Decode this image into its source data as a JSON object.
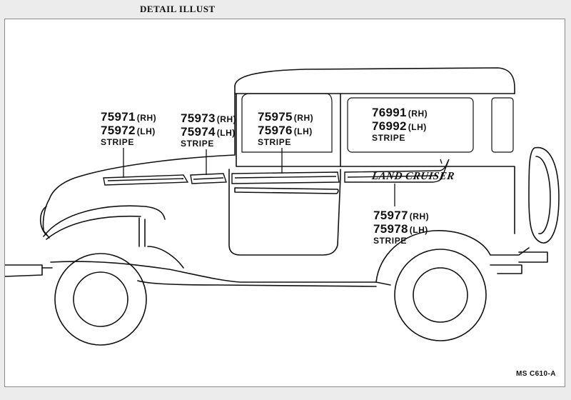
{
  "header": {
    "title": "DETAIL ILLUST"
  },
  "callouts": [
    {
      "rh": "75971",
      "rh_tag": "(RH)",
      "lh": "75972",
      "lh_tag": "(LH)",
      "desc": "STRIPE"
    },
    {
      "rh": "75973",
      "rh_tag": "(RH)",
      "lh": "75974",
      "lh_tag": "(LH)",
      "desc": "STRIPE"
    },
    {
      "rh": "75975",
      "rh_tag": "(RH)",
      "lh": "75976",
      "lh_tag": "(LH)",
      "desc": "STRIPE"
    },
    {
      "rh": "76991",
      "rh_tag": "(RH)",
      "lh": "76992",
      "lh_tag": "(LH)",
      "desc": "STRIPE"
    },
    {
      "rh": "75977",
      "rh_tag": "(RH)",
      "lh": "75978",
      "lh_tag": "(LH)",
      "desc": "STRIPE"
    }
  ],
  "emblem": {
    "text": "LAND CRUISER"
  },
  "figure_code": "MS  C610-A",
  "colors": {
    "line": "#111111",
    "frame_bg": "#ffffff",
    "page_bg": "#ececec"
  }
}
